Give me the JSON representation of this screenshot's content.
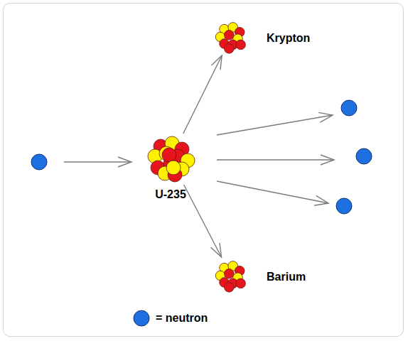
{
  "diagram": {
    "nodes": [
      {
        "text": [
          "Krypton"
        ]
      },
      {
        "text": [
          "U-235"
        ]
      },
      {
        "text": [
          "Barium"
        ]
      }
    ],
    "edges": [
      {
        "from": 1,
        "to": 0,
        "arrow": "to"
      },
      {
        "from": 1,
        "to": 2,
        "arrow": "to"
      }
    ],
    "legend": [
      {
        "text": "= neutron",
        "color": "#1e6fe0"
      }
    ]
  }
}
